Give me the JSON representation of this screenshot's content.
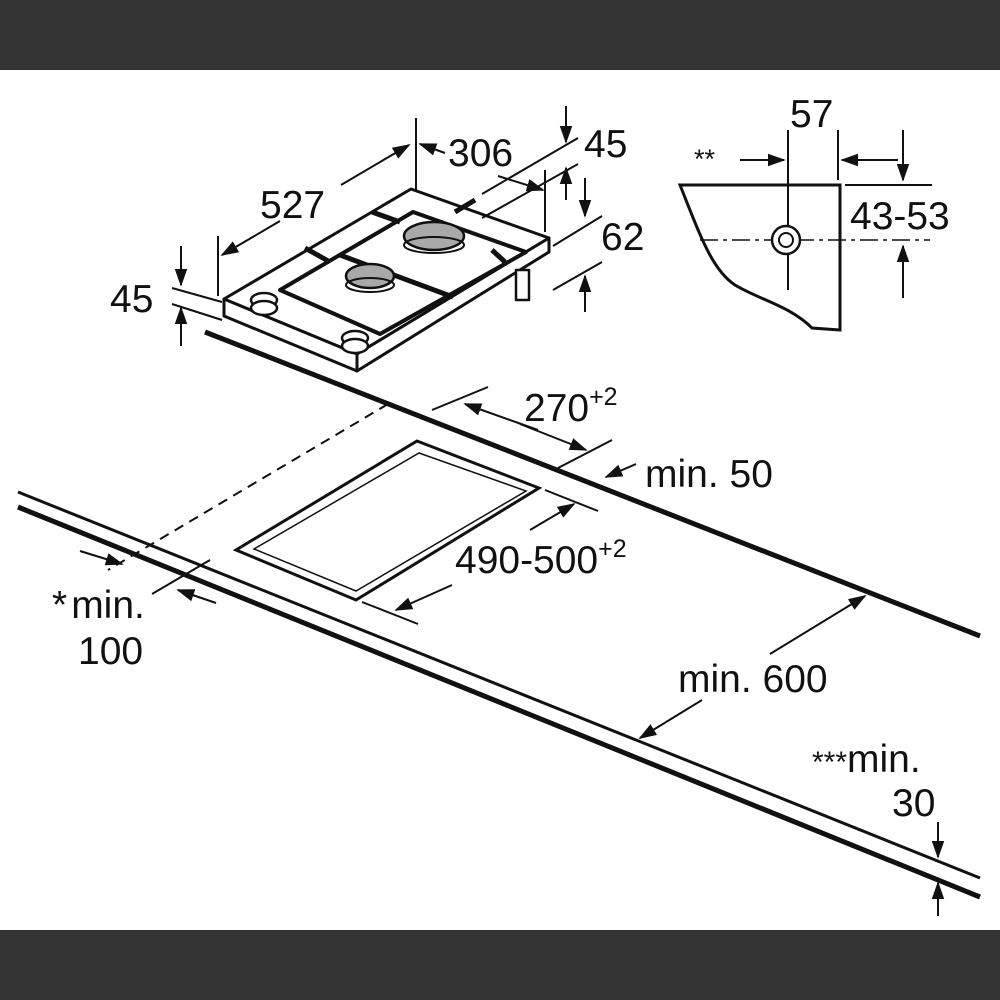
{
  "colors": {
    "band": "#333333",
    "ink": "#111111",
    "paper": "#ffffff",
    "burner": "#a9a9a9"
  },
  "labels": {
    "hob_width": "306",
    "hob_depth": "527",
    "hob_height_right": "45",
    "hob_front_height": "62",
    "hob_edge_height": "45",
    "gas_offset": "57",
    "gas_note": "**",
    "gas_height_range": "43-53",
    "cutout_width": "270",
    "cutout_width_tol": "+2",
    "cutout_depth": "490-500",
    "cutout_depth_tol": "+2",
    "min_back": "min. 50",
    "min_side_star": "*",
    "min_side_label": "min.",
    "min_side_value": "100",
    "min_front": "min. 600",
    "min_bottom_stars": "***",
    "min_bottom_label": "min.",
    "min_bottom_value": "30"
  }
}
